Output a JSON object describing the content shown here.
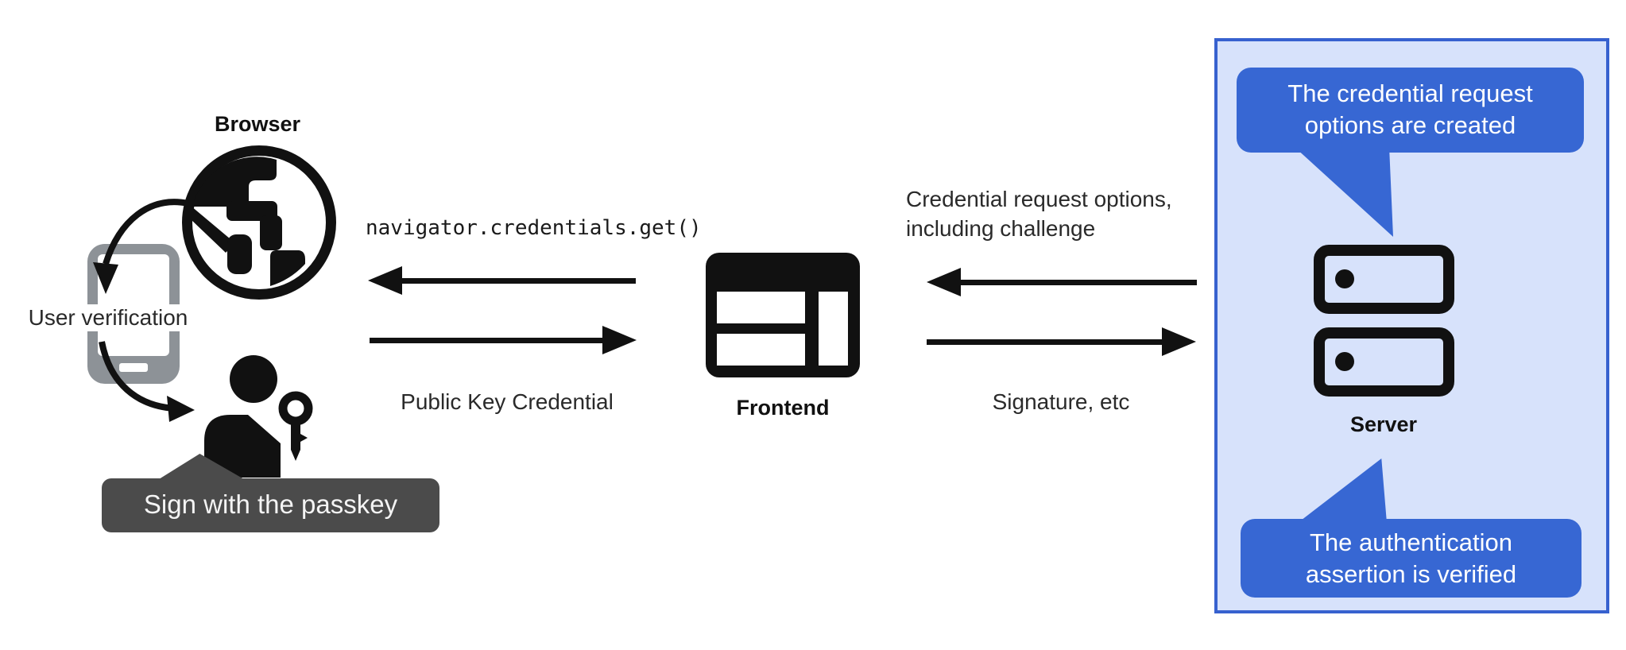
{
  "left": {
    "browser_label": "Browser",
    "user_verification_label": "User verification",
    "tooltip": "Sign with the passkey"
  },
  "middle": {
    "code_call": "navigator.credentials.get()",
    "public_key_credential": "Public Key Credential",
    "frontend_label": "Frontend"
  },
  "right": {
    "request_line1": "Credential request options,",
    "request_line2": "including challenge",
    "signature": "Signature, etc",
    "server_label": "Server",
    "bubble_top_line1": "The credential request",
    "bubble_top_line2": "options are created",
    "bubble_bottom_line1": "The authentication",
    "bubble_bottom_line2": "assertion is verified"
  },
  "icons": {
    "globe": "browser-globe-icon",
    "phone": "phone-icon",
    "person": "person-icon",
    "key": "passkey-key-icon",
    "frontend": "frontend-window-icon",
    "server": "server-icon"
  },
  "colors": {
    "accent": "#3767d3",
    "panel-bg": "#d7e2fb",
    "panel-border": "#3761cf",
    "tooltip-bg": "#4b4b4b",
    "phone-gray": "#8d9297",
    "ink": "#111111",
    "text-light": "#f4f4f4"
  }
}
